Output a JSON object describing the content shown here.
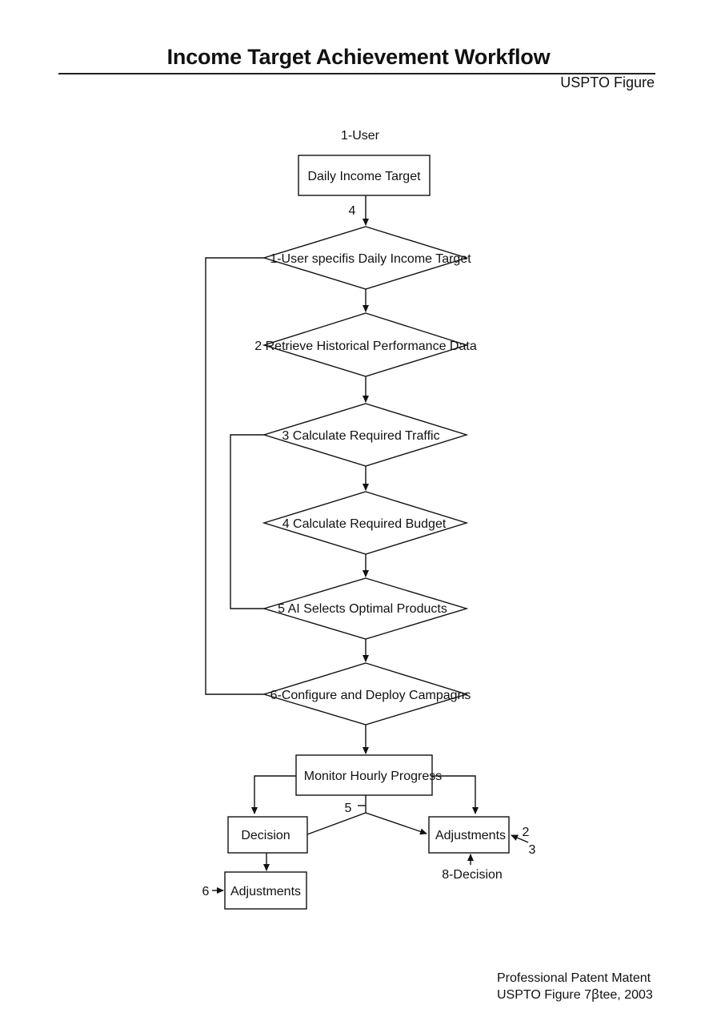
{
  "header": {
    "title": "Income Target Achievement Workflow",
    "subtitle": "USPTO Figure"
  },
  "diagram": {
    "top_label": "1-User",
    "start_box": "Daily Income Target",
    "start_ref": "4",
    "steps": [
      "1-User specifis Daily Income Target",
      "2 Retrieve Historical Performance Data",
      "3 Calculate Required Traffic",
      "4 Calculate Required Budget",
      "5 AI Selects Optimal Products",
      "6-Configure and Deploy Campagns"
    ],
    "monitor_box": "Monitor Hourly Progress",
    "branch_ref": "5",
    "left_decision": "Decision",
    "left_adjustments": "Adjustments",
    "left_ref": "6",
    "right_adjustments": "Adjustments",
    "right_ref_a": "2",
    "right_ref_b": "3",
    "right_decision": "8-Decision"
  },
  "footer": {
    "line1": "Professional Patent Matent",
    "line2": "USPTO Figure 7ꞵtee, 2003"
  }
}
